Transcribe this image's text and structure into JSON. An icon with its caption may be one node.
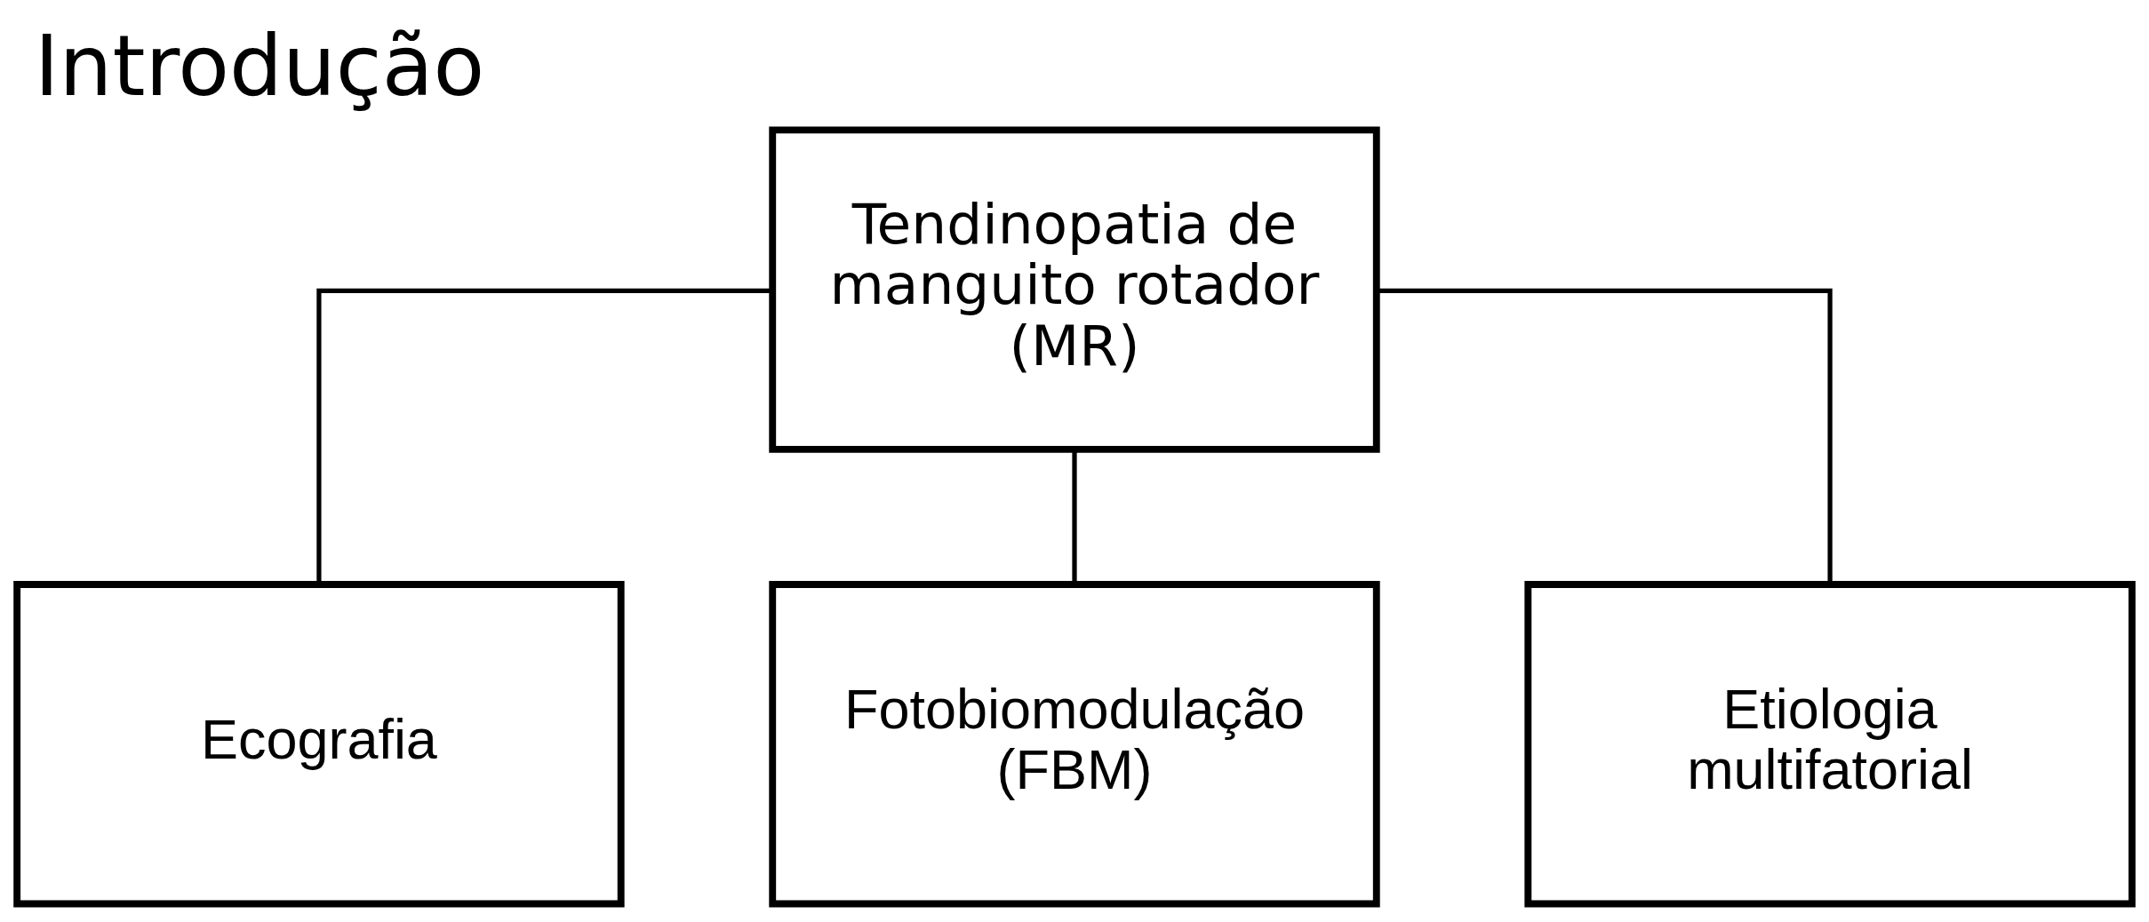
{
  "diagram": {
    "title": "Introdução",
    "nodes": [
      {
        "text": [
          "Tendinopatia de manguito rotador (MR)"
        ]
      },
      {
        "text": [
          "Ecografia"
        ]
      },
      {
        "text": [
          "Fotobiomodulação (FBM)"
        ]
      },
      {
        "text": [
          "Etiologia multifatorial"
        ]
      }
    ],
    "edges": [
      {
        "from": 0,
        "to": 1,
        "arrow": "none"
      },
      {
        "from": 0,
        "to": 2,
        "arrow": "none"
      },
      {
        "from": 0,
        "to": 3,
        "arrow": "none"
      }
    ]
  }
}
